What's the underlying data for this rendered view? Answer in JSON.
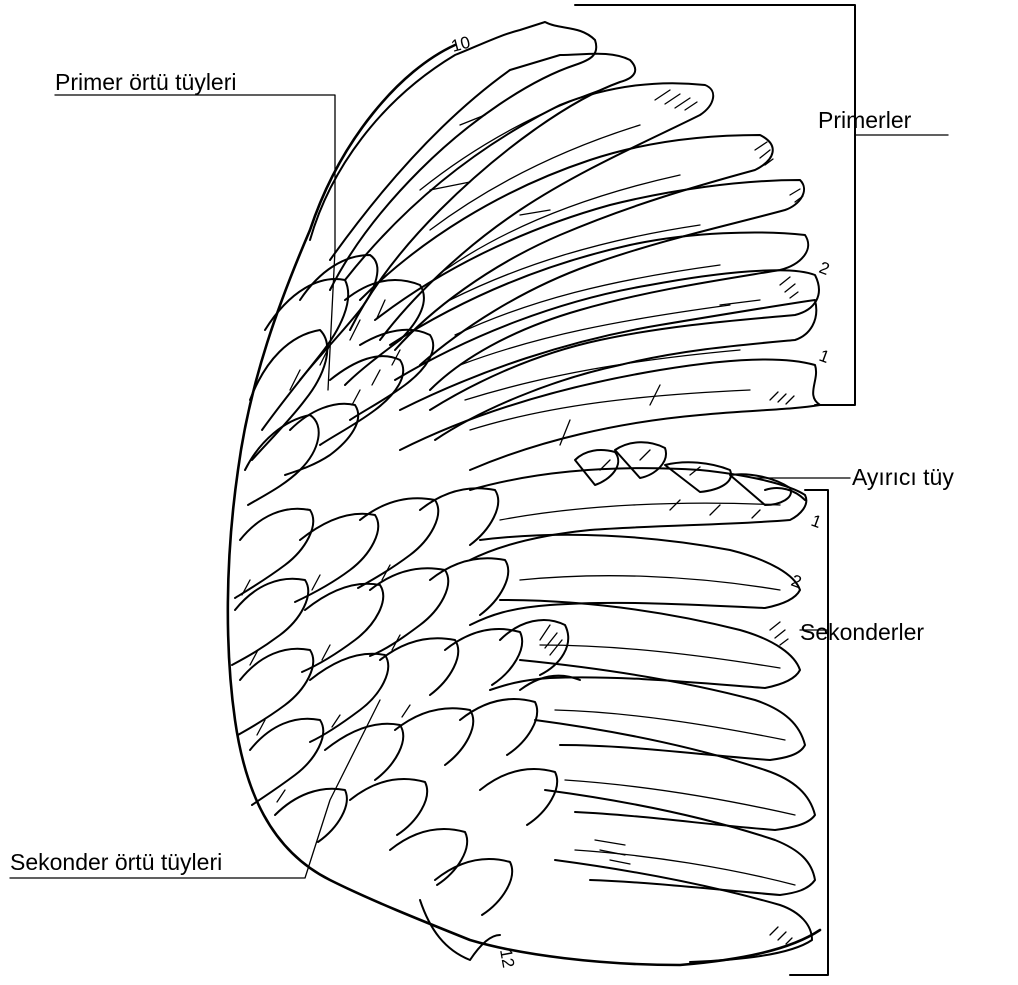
{
  "labels": {
    "primary_coverts": "Primer örtü tüyleri",
    "primaries": "Primerler",
    "axial_feather": "Ayırıcı tüy",
    "secondaries": "Sekonderler",
    "secondary_coverts": "Sekonder örtü tüyleri"
  },
  "numbers": {
    "primary_10": "10",
    "primary_2": "2",
    "primary_1": "1",
    "secondary_1": "1",
    "secondary_2": "2",
    "secondary_12": "12"
  }
}
